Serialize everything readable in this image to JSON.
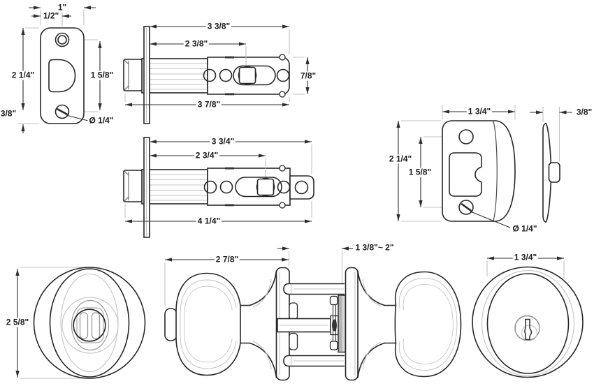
{
  "colors": {
    "line": "#262626",
    "light_line": "#c3c3c3",
    "plate_fill": "#b3b3b3"
  },
  "views": {
    "latch_plate": {
      "width": "1\"",
      "half_width": "1/2\"",
      "height": "2 1/4\"",
      "hole_spacing": "1 5/8\"",
      "bottom_offset": "3/8\"",
      "hole_diameter": "Ø 1/4\""
    },
    "latch_short": {
      "body_length": "3 3/8\"",
      "backset": "2 3/8\"",
      "bolt_height": "7/8\"",
      "overall_length": "3 7/8\""
    },
    "latch_long": {
      "body_length": "3 3/4\"",
      "backset": "2 3/4\"",
      "overall_length": "4 1/4\""
    },
    "strike_plate": {
      "width": "1 3/4\"",
      "lip_depth": "3/8\"",
      "height": "2 1/4\"",
      "hole_spacing": "1 5/8\"",
      "hole_diameter": "Ø 1/4\""
    },
    "knob_assembly": {
      "knob_projection": "2 7/8\"",
      "door_range": "1 3/8\"~ 2\"",
      "rose_diameter": "2 5/8\"",
      "knob_face_diameter": "1 3/4\""
    }
  }
}
